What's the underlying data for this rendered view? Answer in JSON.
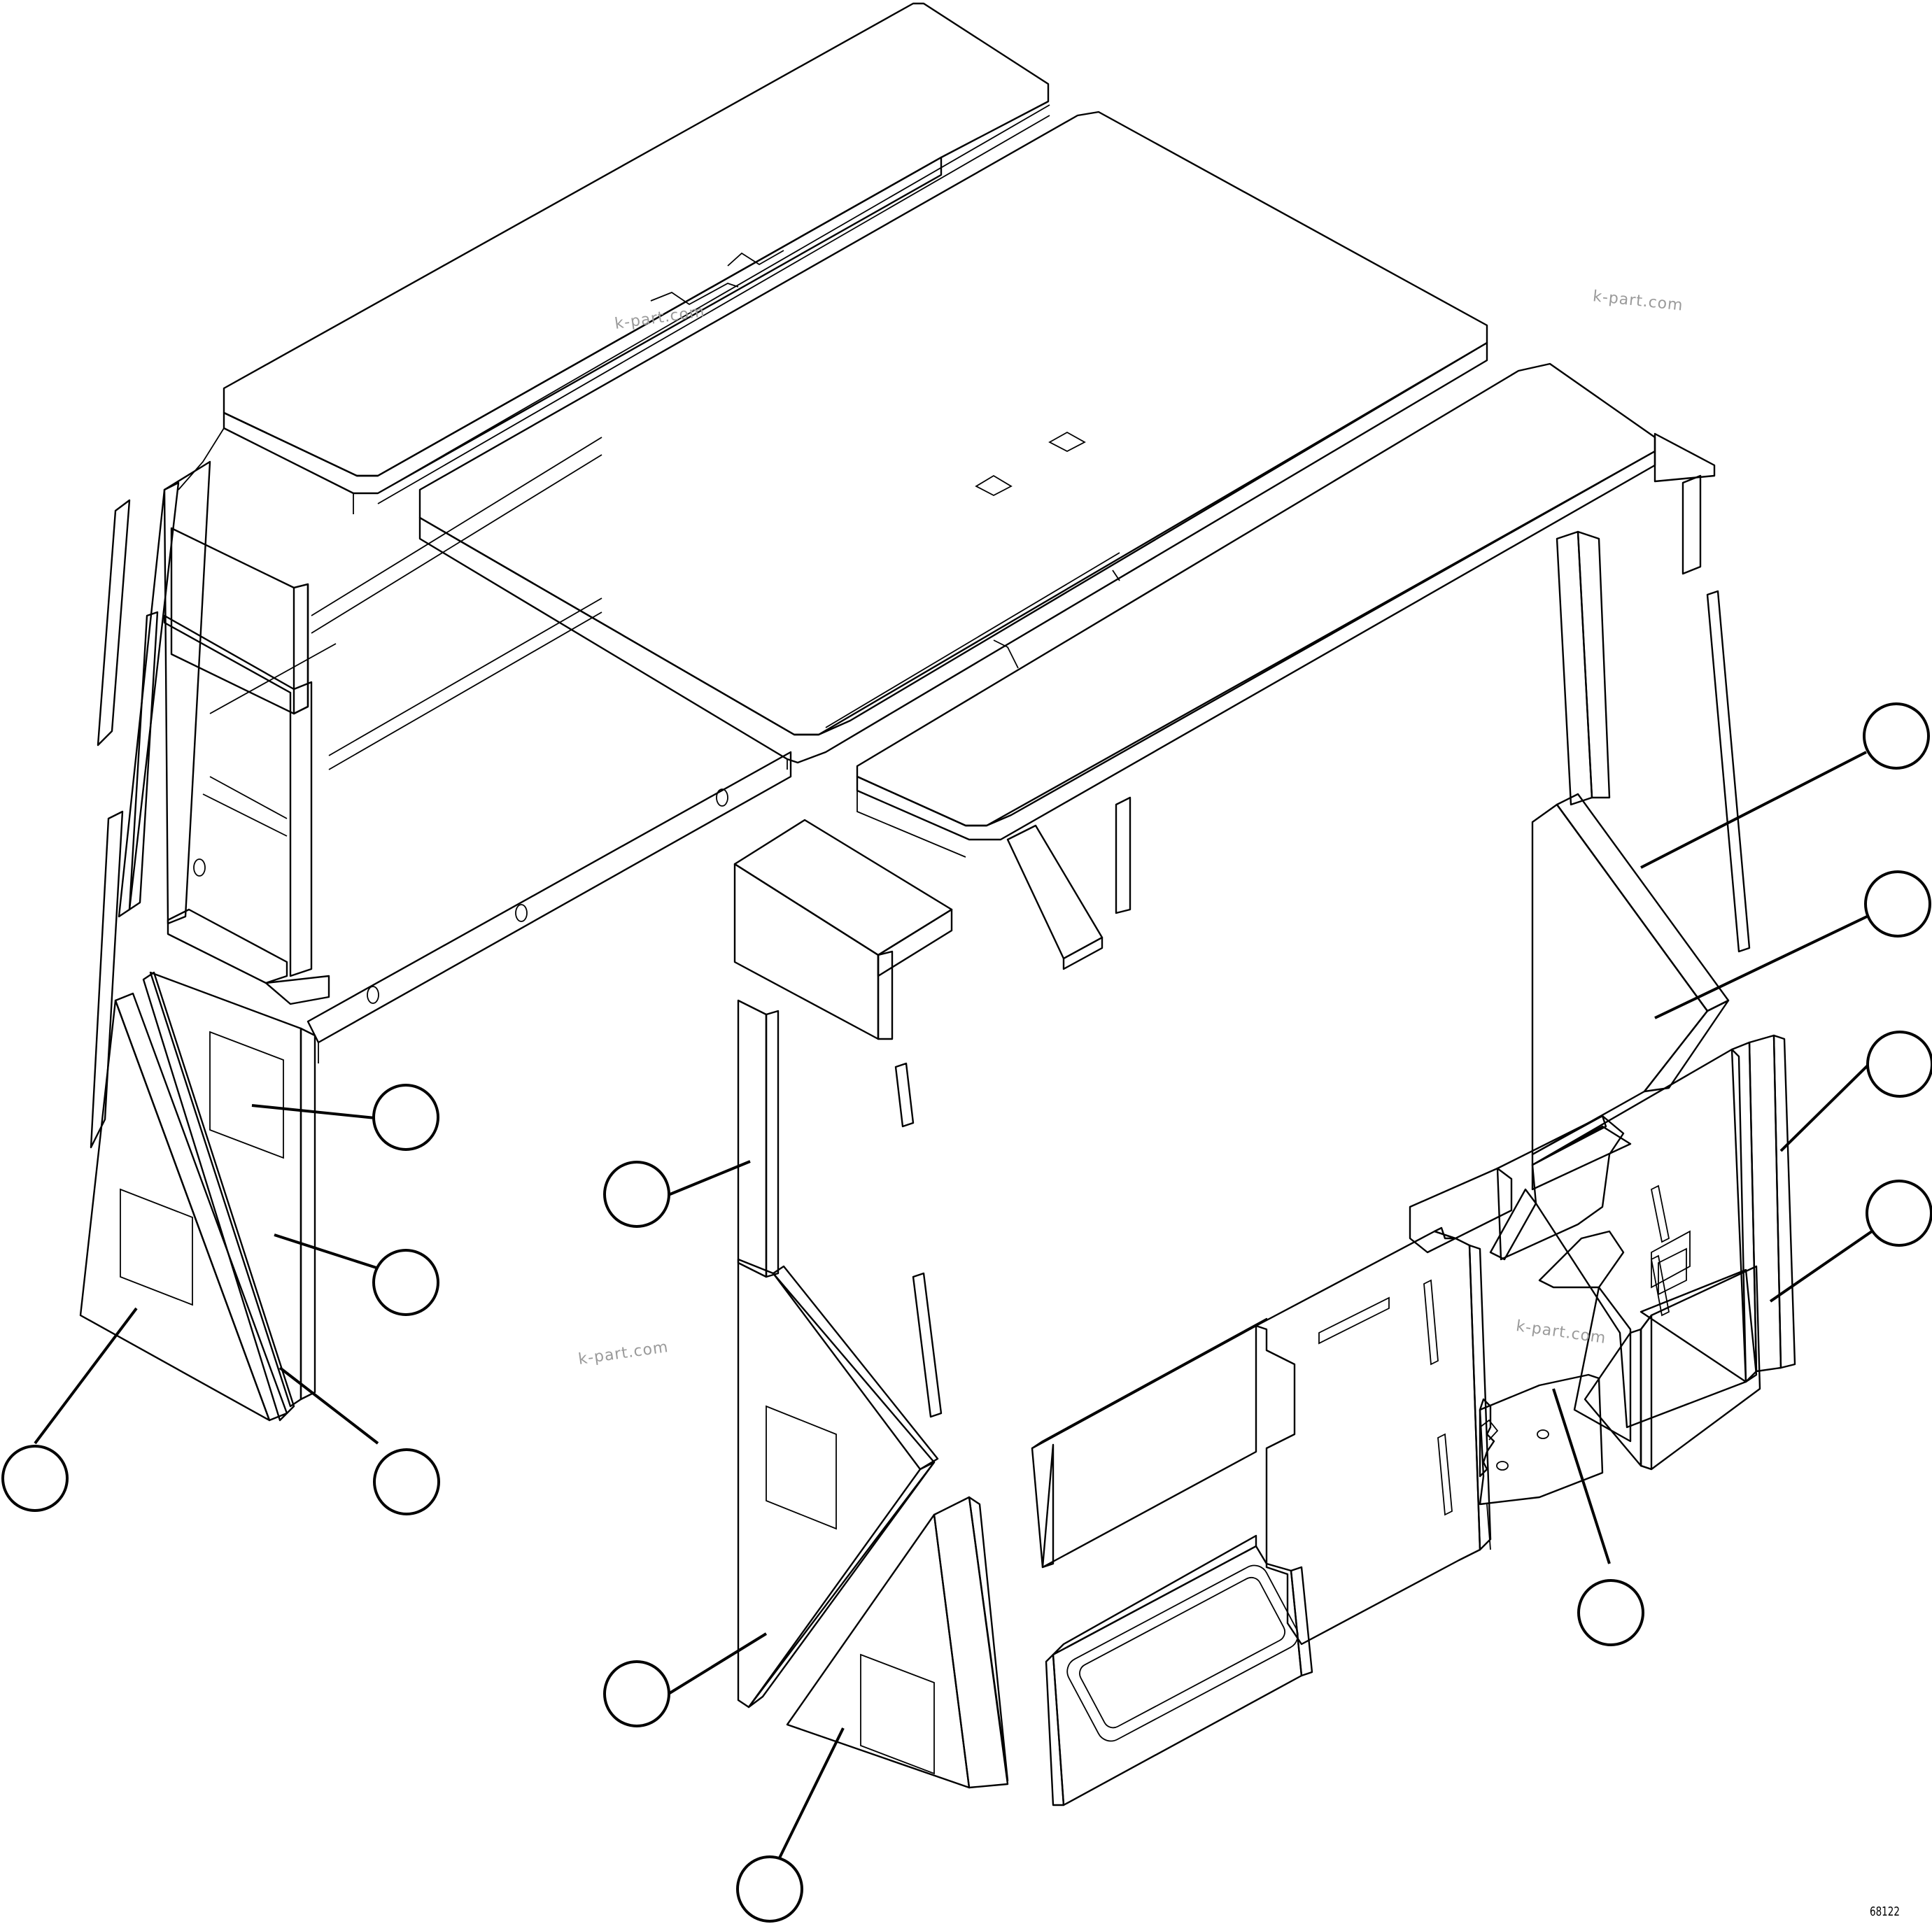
{
  "diagram": {
    "drawing_number": "68122",
    "watermark_text": "k-part.com",
    "line_color": "#000000",
    "background": "#ffffff",
    "callouts": [
      {
        "id": "callout-right-upper-1"
      },
      {
        "id": "callout-right-upper-2"
      },
      {
        "id": "callout-right-upper-3"
      },
      {
        "id": "callout-right-upper-4"
      },
      {
        "id": "callout-left-top"
      },
      {
        "id": "callout-left-middle"
      },
      {
        "id": "callout-left-lower"
      },
      {
        "id": "callout-far-left"
      },
      {
        "id": "callout-center-upper"
      },
      {
        "id": "callout-center-lower"
      },
      {
        "id": "callout-bottom"
      },
      {
        "id": "callout-right-bottom"
      }
    ]
  }
}
